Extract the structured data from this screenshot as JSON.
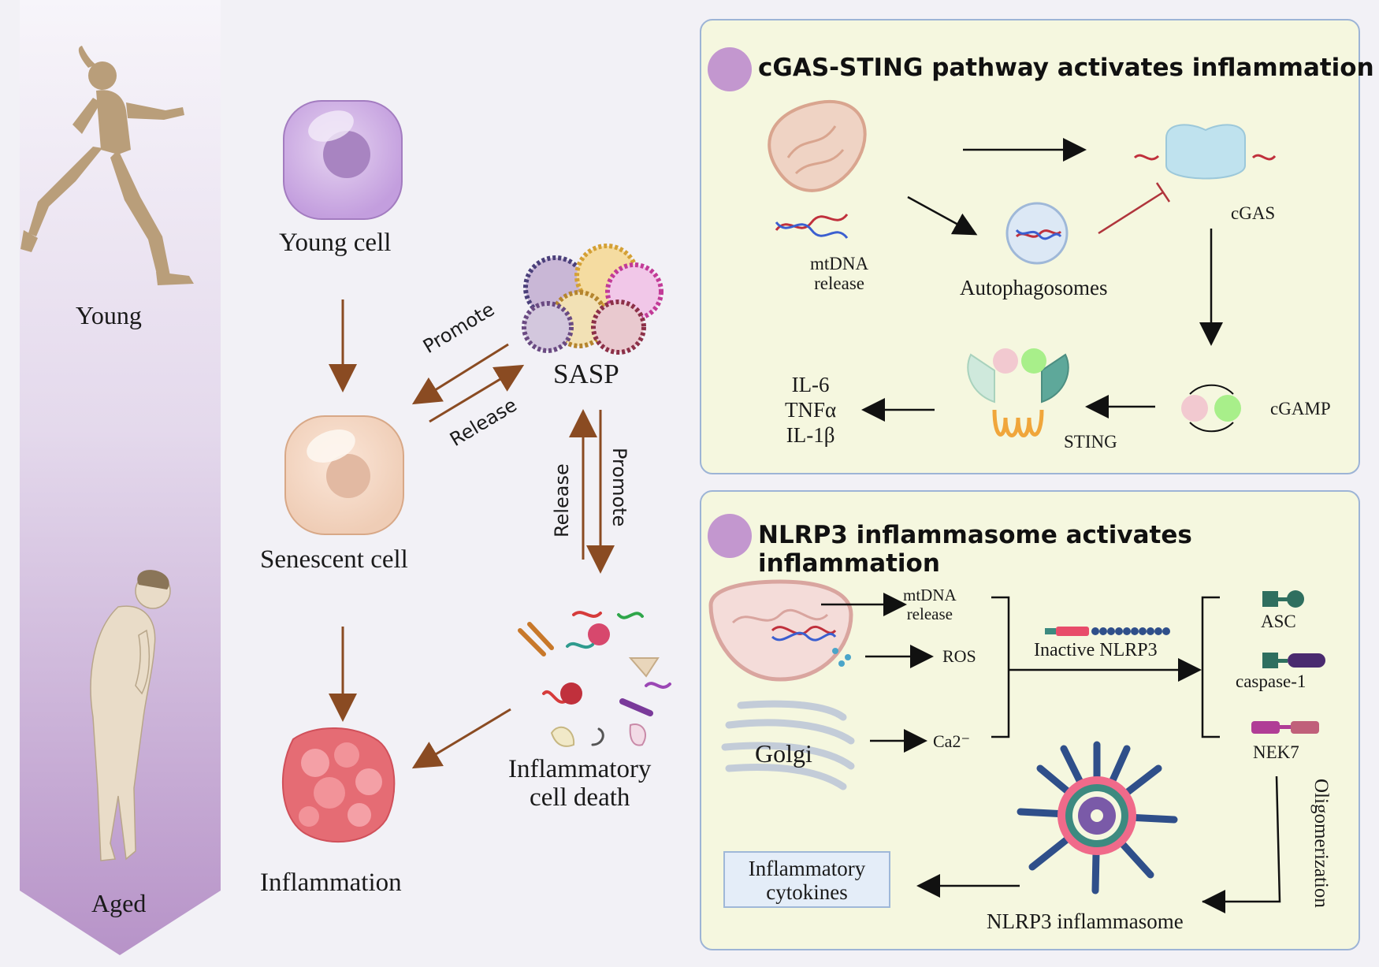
{
  "left": {
    "young_label": "Young",
    "aged_label": "Aged",
    "young_cell": "Young cell",
    "senescent_cell": "Senescent cell",
    "inflammation": "Inflammation",
    "sasp": "SASP",
    "promote_1": "Promote",
    "release_1": "Release",
    "release_2": "Release",
    "promote_2": "Promote",
    "icd_line1": "Inflammatory",
    "icd_line2": "cell death"
  },
  "cgas_panel": {
    "title": "cGAS-STING pathway activates inflammation",
    "mtdna_line1": "mtDNA",
    "mtdna_line2": "release",
    "autophagosomes": "Autophagosomes",
    "cgas": "cGAS",
    "cgamp": "cGAMP",
    "sting": "STING",
    "il6": "IL-6",
    "tnfa": "TNFα",
    "il1b": "IL-1β"
  },
  "nlrp3_panel": {
    "title": "NLRP3 inflammasome activates inflammation",
    "mtdna_line1": "mtDNA",
    "mtdna_line2": "release",
    "ros": "ROS",
    "golgi": "Golgi",
    "ca": "Ca2⁻",
    "inactive_nlrp3": "Inactive NLRP3",
    "asc": "ASC",
    "caspase": "caspase-1",
    "nek7": "NEK7",
    "oligomerization": "Oligomerization",
    "inflammasome": "NLRP3 inflammasome",
    "cytokines_line1": "Inflammatory",
    "cytokines_line2": "cytokines"
  },
  "colors": {
    "brown_arrow": "#8a4b22",
    "panel_bg": "#f5f7df",
    "panel_border": "#9db4d6",
    "title_dot": "#c397cf",
    "inhibit": "#b0353c"
  }
}
